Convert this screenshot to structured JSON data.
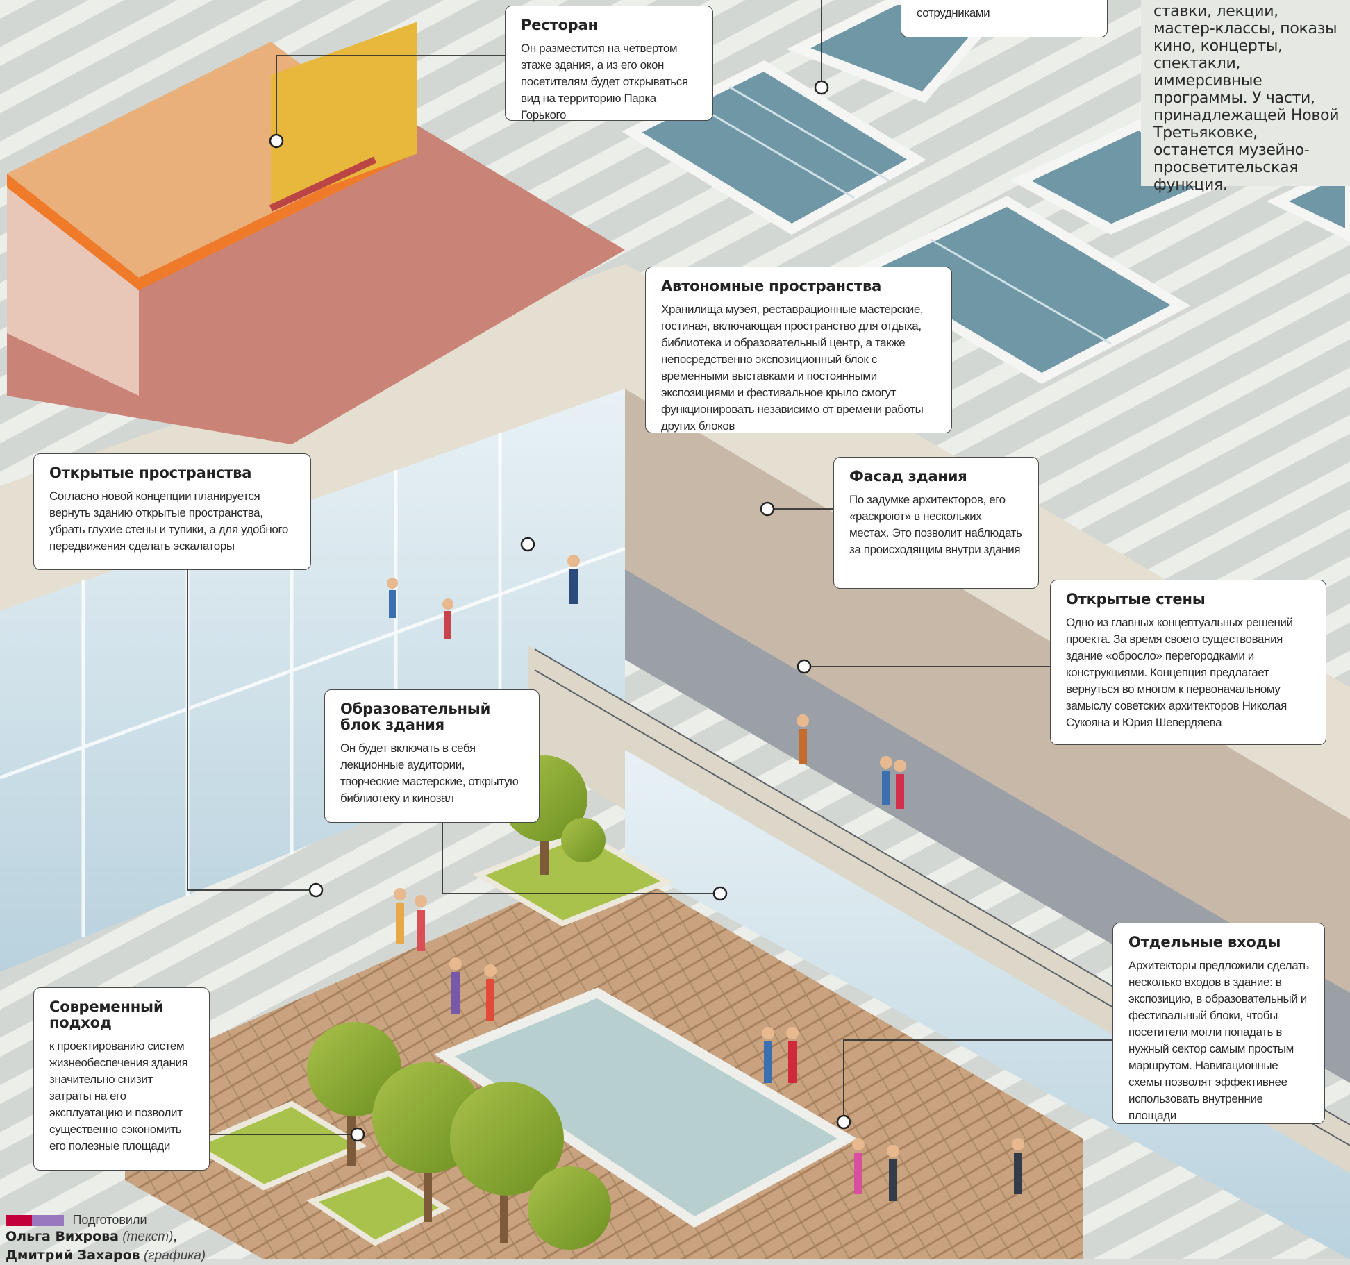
{
  "callouts": {
    "restaurant": {
      "title": "Ресторан",
      "text": "Он разместится на четвертом этаже здания, а из его окон посетителям будет открываться вид на территорию Парка Горького"
    },
    "top_partial": {
      "text": "сотрудниками"
    },
    "autonomous": {
      "title": "Автономные пространства",
      "text": "Хранилища музея, реставрационные мастерские, гостиная, включающая пространство для отдыха, библиотека и образовательный центр, а также непосредственно экспозиционный блок с временными выставками и постоянными экспозициями и фестивальное крыло смогут функционировать независимо от времени работы других блоков"
    },
    "open_spaces": {
      "title": "Открытые пространства",
      "text": "Согласно новой концепции планируется вернуть зданию открытые пространства, убрать глухие стены и тупики, а для удобного передвижения сделать эскалаторы"
    },
    "facade": {
      "title": "Фасад здания",
      "text": "По задумке архитекторов, его «раскроют» в нескольких местах. Это позволит наблюдать за происходящим внутри здания"
    },
    "open_walls": {
      "title": "Открытые стены",
      "text": "Одно из главных концептуальных решений проекта. За время своего существования здание «обросло» перегородками и конструкциями. Концепция предлагает вернуться во многом к первоначальному замыслу советских архитекторов Николая Сукояна и Юрия Шевердяева"
    },
    "education": {
      "title": "Образовательный блок здания",
      "text": "Он будет включать в себя лекционные аудитории, творческие мастерские, открытую библиотеку и кинозал"
    },
    "modern": {
      "title": "Современный подход",
      "text": "к проектированию систем жизнеобеспечения здания значительно снизит затраты на его эксплуатацию и позволит существенно сэкономить его полезные площади"
    },
    "entrances": {
      "title": "Отдельные входы",
      "text": "Архитекторы предложили сделать несколько входов в здание: в экспозицию, в образовательный и фестивальный блоки, чтобы посетители могли попадать в нужный сектор самым простым маршрутом. Навигационные схемы позволят эффективнее использовать внутренние площади"
    }
  },
  "sidenote": {
    "text": "ставки, лекции, мастер-классы, показы кино, концерты, спектакли, иммерсивные программы. У части, принадлежащей Новой Третьяковке, останется музейно-просветительская функция."
  },
  "credits": {
    "lead": "Подготовили",
    "author1": "Ольга Вихрова",
    "role1": "(текст)",
    "author2": "Дмитрий Захаров",
    "role2": "(графика)"
  },
  "colors": {
    "credit_red": "#c3003a",
    "credit_purple": "#9a78c0"
  }
}
